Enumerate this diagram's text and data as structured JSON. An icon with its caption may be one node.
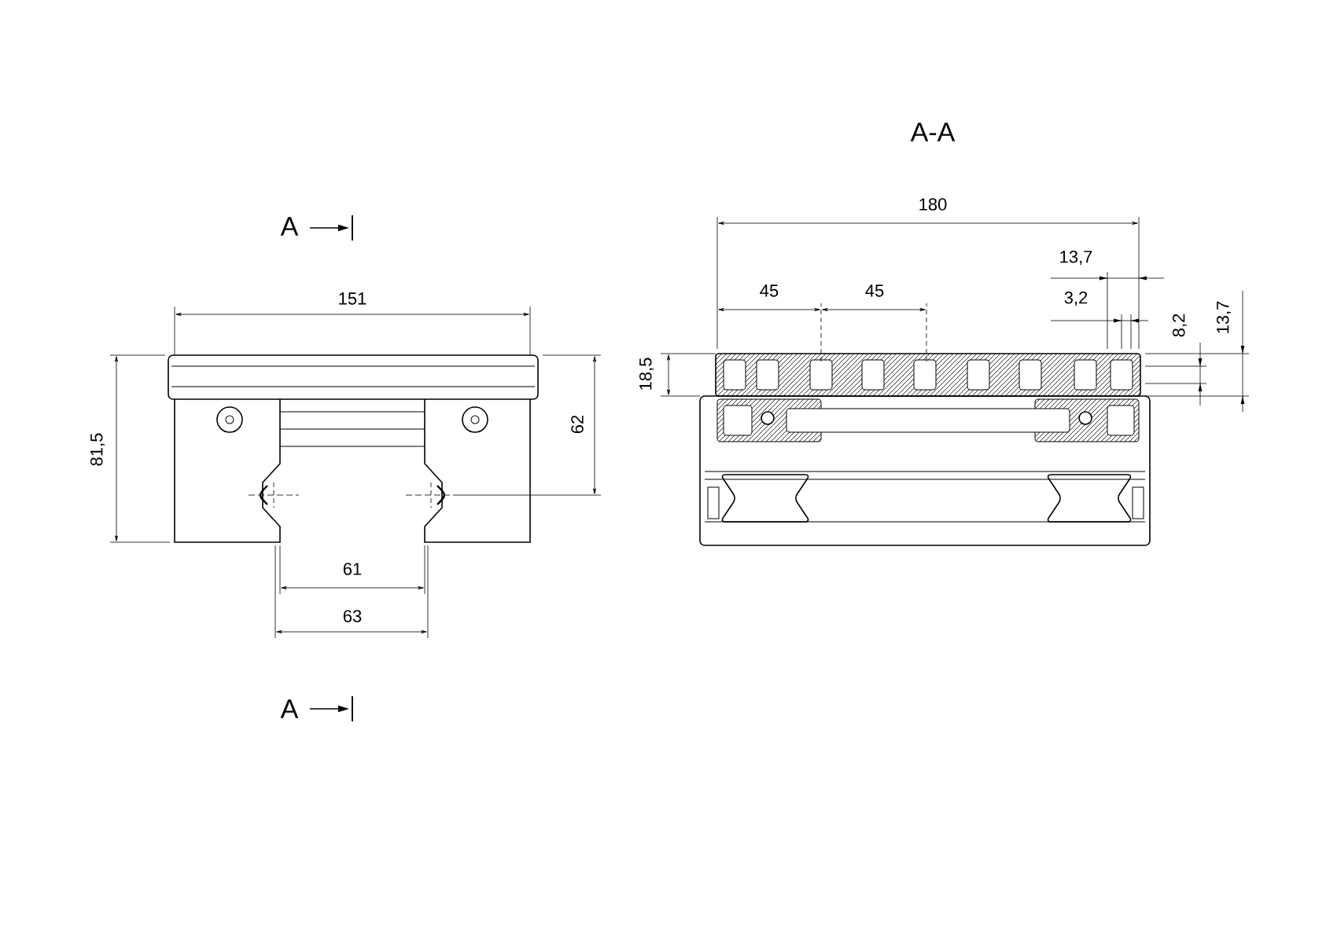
{
  "diagram": {
    "labels": [
      "A-A",
      "A",
      "180",
      "13,7",
      "45",
      "45",
      "151",
      "3,2",
      "8,2",
      "13,7",
      "18,5",
      "81,5",
      "62",
      "61",
      "63",
      "A"
    ]
  }
}
